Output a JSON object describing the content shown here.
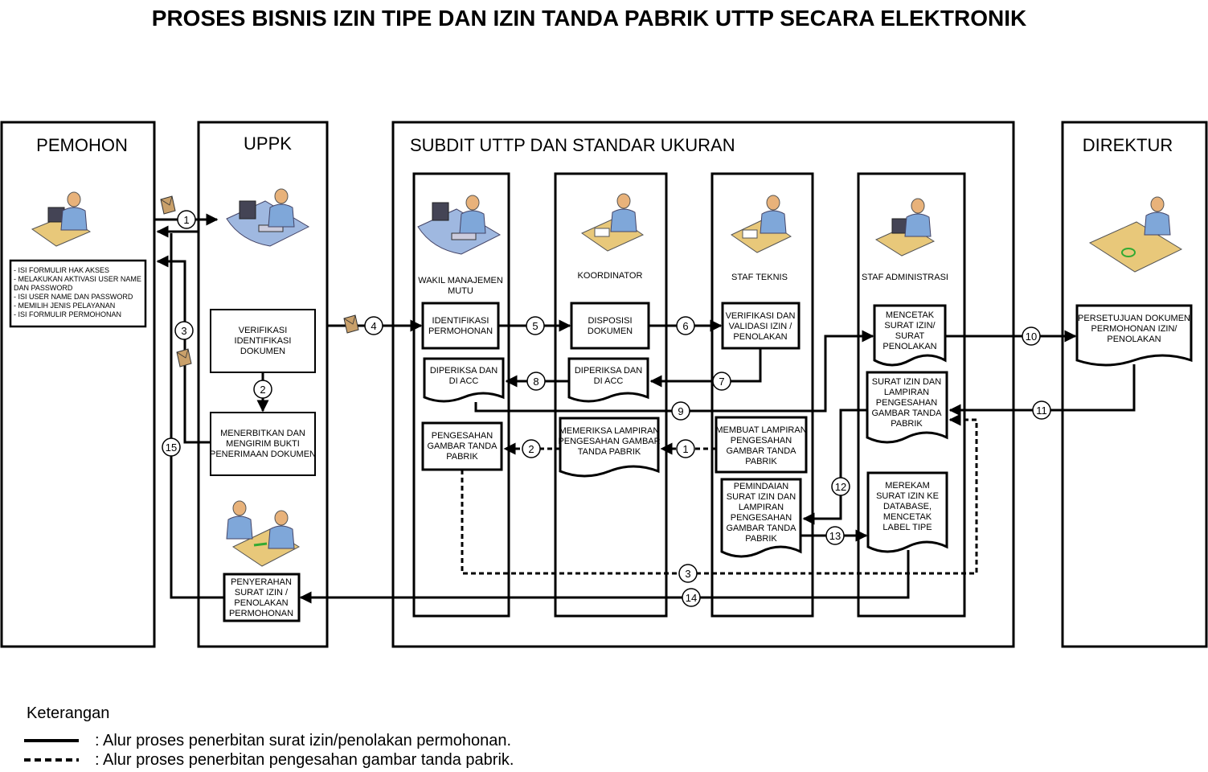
{
  "title": "PROSES BISNIS IZIN TIPE DAN IZIN TANDA PABRIK UTTP SECARA ELEKTRONIK",
  "lanes": {
    "pemohon": "PEMOHON",
    "uppk": "UPPK",
    "subdit": "SUBDIT UTTP DAN STANDAR UKURAN",
    "direktur": "DIREKTUR"
  },
  "roles": {
    "wakil": [
      "WAKIL MANAJEMEN",
      "MUTU"
    ],
    "koordinator": "KOORDINATOR",
    "staf_teknis": "STAF TEKNIS",
    "staf_admin": "STAF ADMINISTRASI"
  },
  "pemohon_steps": [
    "-  ISI FORMULIR HAK AKSES",
    "-  MELAKUKAN AKTIVASI USER NAME",
    "   DAN PASSWORD",
    "-  ISI USER NAME DAN PASSWORD",
    "-  MEMILIH JENIS PELAYANAN",
    "-  ISI FORMULIR PERMOHONAN"
  ],
  "boxes": {
    "verifikasi_identifikasi": [
      "VERIFIKASI",
      "IDENTIFIKASI",
      "DOKUMEN"
    ],
    "menerbitkan": [
      "MENERBITKAN DAN",
      "MENGIRIM BUKTI",
      "PENERIMAAN DOKUMEN"
    ],
    "penyerahan": [
      "PENYERAHAN",
      "SURAT IZIN /",
      "PENOLAKAN",
      "PERMOHONAN"
    ],
    "identifikasi": [
      "IDENTIFIKASI",
      "PERMOHONAN"
    ],
    "disposisi": [
      "DISPOSISI",
      "DOKUMEN"
    ],
    "verifikasi_validasi": [
      "VERIFIKASI DAN",
      "VALIDASI IZIN /",
      "PENOLAKAN"
    ],
    "mencetak": [
      "MENCETAK",
      "SURAT IZIN/",
      "SURAT",
      "PENOLAKAN"
    ],
    "persetujuan": [
      "PERSETUJUAN DOKUMEN",
      "PERMOHONAN IZIN/",
      "PENOLAKAN"
    ],
    "diperiksa_wakil": [
      "DIPERIKSA DAN",
      "DI ACC"
    ],
    "diperiksa_koord": [
      "DIPERIKSA DAN",
      "DI ACC"
    ],
    "surat_izin_lampiran": [
      "SURAT IZIN DAN",
      "LAMPIRAN",
      "PENGESAHAN",
      "GAMBAR TANDA",
      "PABRIK"
    ],
    "pengesahan": [
      "PENGESAHAN",
      "GAMBAR TANDA",
      "PABRIK"
    ],
    "memeriksa_lampiran": [
      "MEMERIKSA LAMPIRAN",
      "PENGESAHAN GAMBAR",
      "TANDA PABRIK"
    ],
    "membuat_lampiran": [
      "MEMBUAT LAMPIRAN",
      "PENGESAHAN",
      "GAMBAR TANDA",
      "PABRIK"
    ],
    "pemindaian": [
      "PEMINDAIAN",
      "SURAT IZIN DAN",
      "LAMPIRAN",
      "PENGESAHAN",
      "GAMBAR TANDA",
      "PABRIK"
    ],
    "merekam": [
      "MEREKAM",
      "SURAT IZIN KE",
      "DATABASE,",
      "MENCETAK",
      "LABEL TIPE"
    ]
  },
  "step_numbers": {
    "s1": "1",
    "s2": "2",
    "s3": "3",
    "s4": "4",
    "s5": "5",
    "s6": "6",
    "s7": "7",
    "s8": "8",
    "s9": "9",
    "s10": "10",
    "s11": "11",
    "s12": "12",
    "s13": "13",
    "s14": "14",
    "s15": "15",
    "d1": "1",
    "d2": "2",
    "d3": "3"
  },
  "legend": {
    "title": "Keterangan",
    "solid": ": Alur proses penerbitan surat izin/penolakan permohonan.",
    "dashed": ": Alur proses penerbitan pengesahan gambar tanda pabrik."
  },
  "colors": {
    "person_body": "#7fa7d9",
    "person_head": "#e8b27a",
    "desk": "#e8c87a",
    "envelope": "#c9a06a"
  }
}
